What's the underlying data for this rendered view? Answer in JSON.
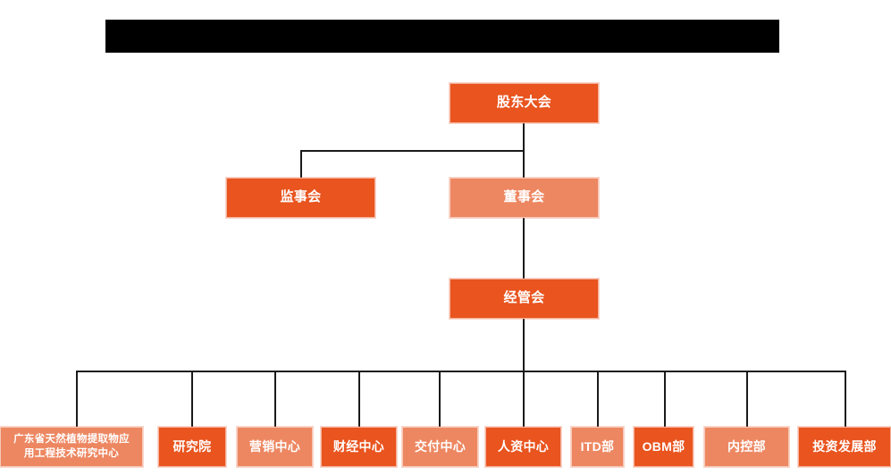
{
  "document": {
    "type": "organizational-chart",
    "title_bar": {
      "state": "redacted",
      "label": ""
    },
    "palette": {
      "dark_orange": "#E9541F",
      "light_orange": "#ED8761",
      "line": "#1a1a1a",
      "background": "#ffffff",
      "text": "#ffffff",
      "redaction": "#000000"
    }
  },
  "nodes": {
    "shareholders_meeting": {
      "label": "股东大会",
      "tone": "dark",
      "level": 1
    },
    "board_of_supervisors": {
      "label": "监事会",
      "tone": "dark",
      "level": 2
    },
    "board_of_directors": {
      "label": "董事会",
      "tone": "light",
      "level": 2
    },
    "management_committee": {
      "label": "经管会",
      "tone": "dark",
      "level": 3
    }
  },
  "departments": [
    {
      "label": "广东省天然植物提取物应\n用工程技术研究中心",
      "tone": "light",
      "size": "small"
    },
    {
      "label": "研究院",
      "tone": "dark",
      "size": "normal"
    },
    {
      "label": "营销中心",
      "tone": "light",
      "size": "normal"
    },
    {
      "label": "财经中心",
      "tone": "dark",
      "size": "normal"
    },
    {
      "label": "交付中心",
      "tone": "light",
      "size": "normal"
    },
    {
      "label": "人资中心",
      "tone": "dark",
      "size": "normal"
    },
    {
      "label": "ITD部",
      "tone": "light",
      "size": "normal"
    },
    {
      "label": "OBM部",
      "tone": "dark",
      "size": "normal"
    },
    {
      "label": "内控部",
      "tone": "light",
      "size": "normal"
    },
    {
      "label": "投资发展部",
      "tone": "dark",
      "size": "normal"
    }
  ]
}
